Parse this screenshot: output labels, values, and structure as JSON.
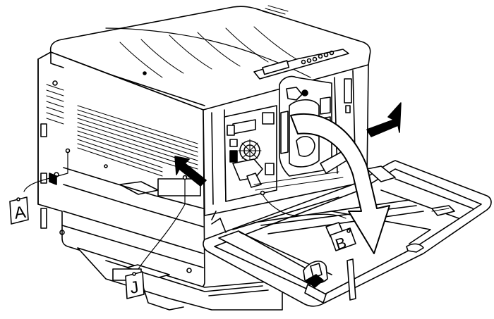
{
  "callouts": {
    "a": "A",
    "j": "J",
    "b": "B"
  },
  "colors": {
    "ink": "#000000",
    "paper": "#ffffff",
    "arrow": "#000000"
  }
}
